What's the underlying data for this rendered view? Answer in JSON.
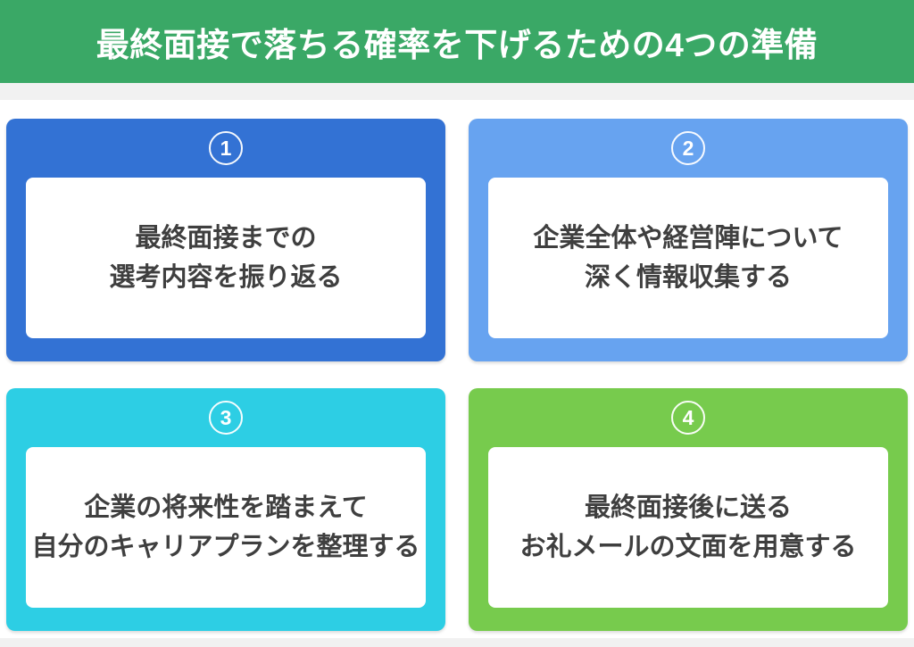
{
  "header": {
    "title": "最終面接で落ちる確率を下げるための4つの準備",
    "bg_color": "#3aa866",
    "text_color": "#ffffff"
  },
  "layout_colors": {
    "divider_gray": "#f1f1f1",
    "card_text_color": "#3f3f3f",
    "inner_box_bg": "#ffffff"
  },
  "cards": [
    {
      "number": "1",
      "line1": "最終面接までの",
      "line2": "選考内容を振り返る",
      "color": "#3372d4"
    },
    {
      "number": "2",
      "line1": "企業全体や経営陣について",
      "line2": "深く情報収集する",
      "color": "#67a3f0"
    },
    {
      "number": "3",
      "line1": "企業の将来性を踏まえて",
      "line2": "自分のキャリアプランを整理する",
      "color": "#2dcee4"
    },
    {
      "number": "4",
      "line1": "最終面接後に送る",
      "line2": "お礼メールの文面を用意する",
      "color": "#77cb4d"
    }
  ]
}
